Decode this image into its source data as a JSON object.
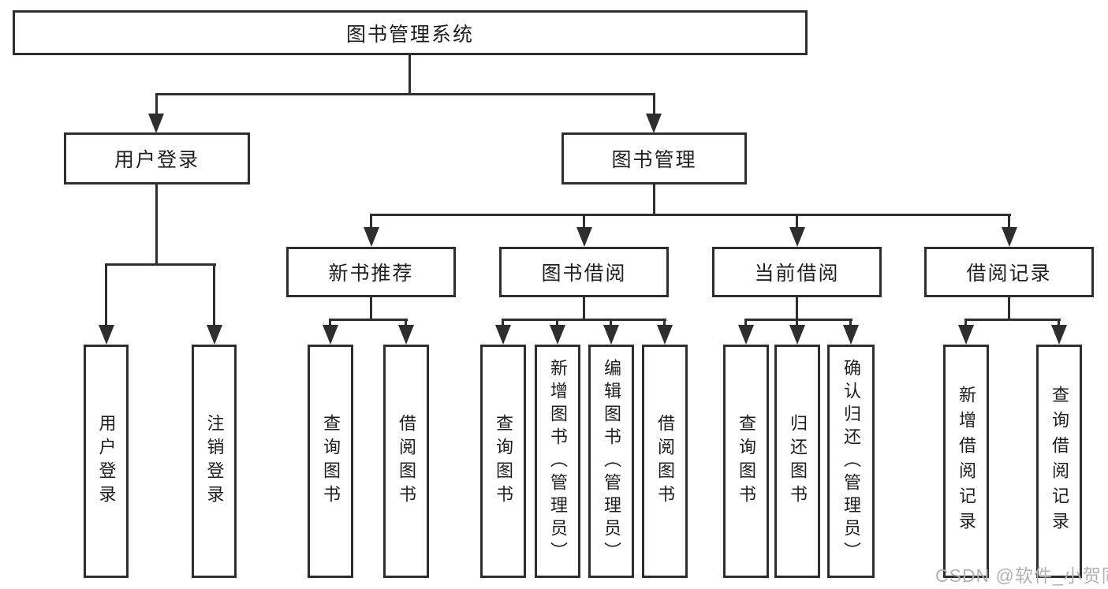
{
  "tree": {
    "root": "图书管理系统",
    "level2": [
      "用户登录",
      "图书管理"
    ],
    "level3": [
      "新书推荐",
      "图书借阅",
      "当前借阅",
      "借阅记录"
    ],
    "leaves": {
      "user_login": [
        "用户登录",
        "注销登录"
      ],
      "new_book_recommend": [
        "查询图书",
        "借阅图书"
      ],
      "book_borrow": [
        "查询图书",
        "新增图书（管理员）",
        "编辑图书（管理员）",
        "借阅图书"
      ],
      "current_borrow": [
        "查询图书",
        "归还图书",
        "确认归还（管理员）"
      ],
      "borrow_records": [
        "新增借阅记录",
        "查询借阅记录"
      ]
    }
  },
  "watermark": {
    "text": "CSDN @软件_小贺同学"
  },
  "colors": {
    "line": "#2e2e2e",
    "text": "#1e1e1e",
    "background": "#ffffff",
    "watermark": "#b2b2b6"
  }
}
